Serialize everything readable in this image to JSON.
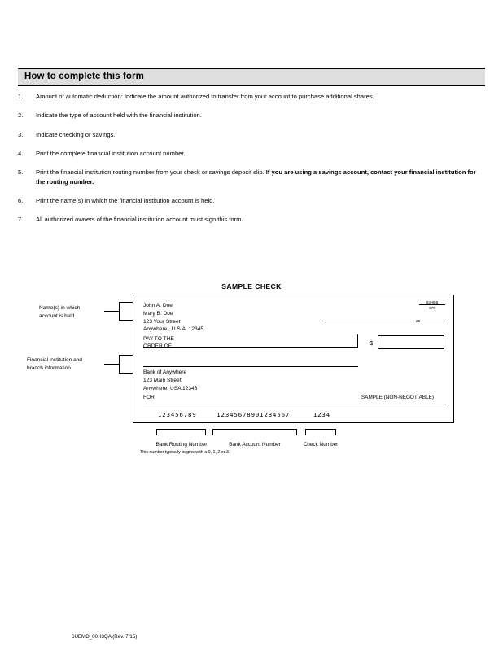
{
  "section": {
    "header_title": "How to complete this form"
  },
  "instructions": [
    {
      "num": "1.",
      "text": "Amount of automatic deduction:  Indicate the amount authorized to transfer from your account to purchase additional shares.",
      "bold_text": ""
    },
    {
      "num": "2.",
      "text": "Indicate the type of account held with the financial institution.",
      "bold_text": ""
    },
    {
      "num": "3.",
      "text": "Indicate checking or savings.",
      "bold_text": ""
    },
    {
      "num": "4.",
      "text": "Print the complete financial institution account number.",
      "bold_text": ""
    },
    {
      "num": "5.",
      "text": "Print the financial institution routing number from your check or savings deposit slip.  ",
      "bold_text": "If you are using a savings account, contact your financial institution for the routing number."
    },
    {
      "num": "6.",
      "text": "Print the name(s) in which the financial institution account is held.",
      "bold_text": ""
    },
    {
      "num": "7.",
      "text": "All authorized owners of the financial institution account must sign this form.",
      "bold_text": ""
    }
  ],
  "check": {
    "title": "SAMPLE CHECK",
    "payer": {
      "line1": "John A. Doe",
      "line2": "Mary B. Doe",
      "line3": "123 Your Street",
      "line4": "Anywhere , U.S.A. 12345"
    },
    "fraction": {
      "numerator": "63-858",
      "denominator": "670"
    },
    "date_marker": "20",
    "pay_to_label_line1": "PAY TO THE",
    "pay_to_label_line2": "ORDER OF",
    "dollar_symbol": "$",
    "bank": {
      "line1": "Bank of Anywhere",
      "line2": "123 Main Street",
      "line3": "Anywhere, USA 12345"
    },
    "for_label": "FOR",
    "non_negotiable_label": "SAMPLE (NON-NEGOTIABLE)",
    "micr": {
      "routing_number": "123456789",
      "account_number": "12345678901234567",
      "check_number": "1234"
    }
  },
  "callouts": [
    {
      "line1": "Name(s) in which",
      "line2": "account is held"
    },
    {
      "line1": "Financial institution and",
      "line2": "branch information"
    }
  ],
  "micr_labels": {
    "routing": "Bank Routing Number",
    "account": "Bank Account Number",
    "check": "Check Number",
    "footnote": "This number typically begins with a 0, 1, 2 or 3."
  },
  "footer": {
    "form_id": "6UEMD_00H3QA (Rev. 7/15)"
  }
}
